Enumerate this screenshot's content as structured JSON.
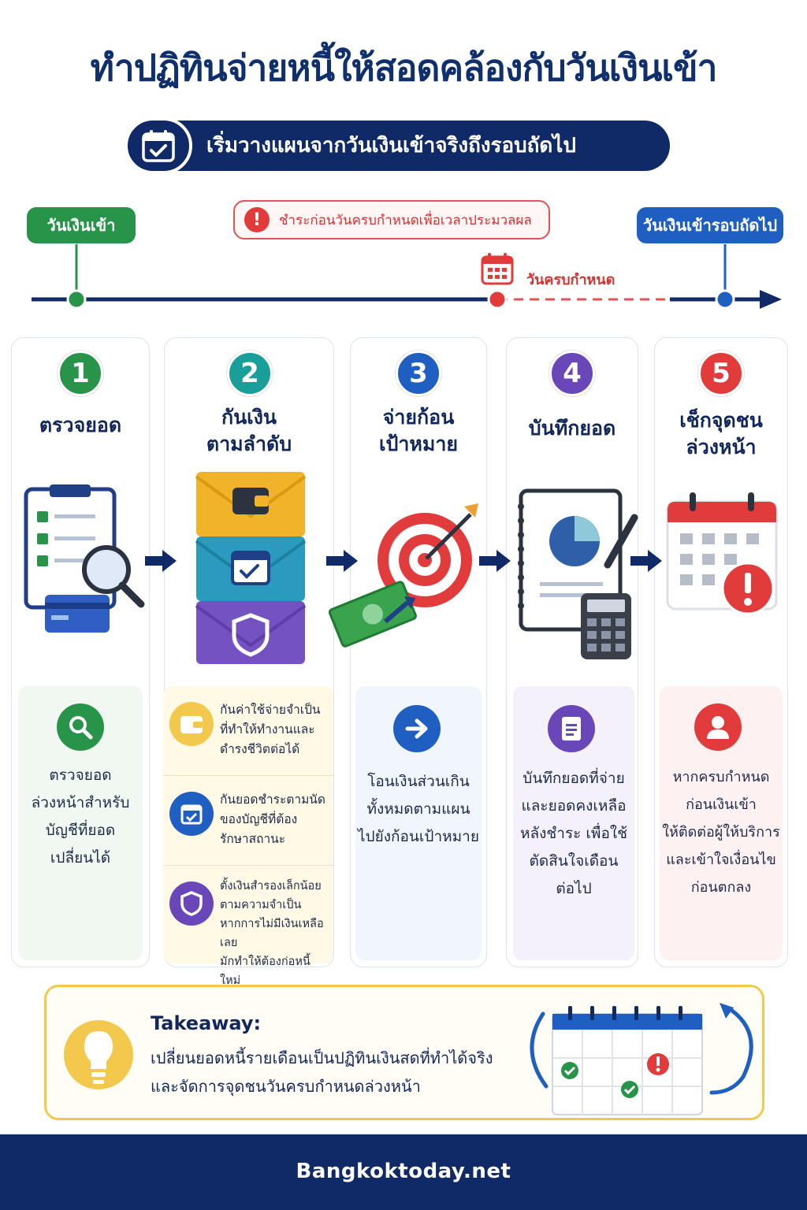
{
  "title": "ทำปฏิทินจ่ายหนี้ให้สอดคล้องกับวันเงินเข้า",
  "subtitle": "เริ่มวางแผนจากวันเงินเข้าจริงถึงรอบถัดไป",
  "timeline": {
    "start_label": "วันเงินเข้า",
    "warning_label": "ชำระก่อนวันครบกำหนดเพื่อเวลาประมวลผล",
    "due_label": "วันครบกำหนด",
    "next_label": "วันเงินเข้ารอบถัดไป"
  },
  "colors": {
    "navy": "#0f2a66",
    "green": "#27944a",
    "teal": "#1a9e9a",
    "blue": "#1f5fc2",
    "purple": "#6a47b8",
    "red": "#e23b3b",
    "yellow": "#f2c94c"
  },
  "steps": [
    {
      "number": "1",
      "title_lines": [
        "ตรวจยอด"
      ],
      "illustration": "clipboard-magnifier-card",
      "detail_icon": "search-icon",
      "detail_lines": [
        "ตรวจยอด",
        "ล่วงหน้าสำหรับ",
        "บัญชีที่ยอด",
        "เปลี่ยนได้"
      ]
    },
    {
      "number": "2",
      "title_lines": [
        "กันเงิน",
        "ตามลำดับ"
      ],
      "illustration": "envelopes-wallet-calendar-shield",
      "details": [
        {
          "icon": "wallet-icon",
          "lines": [
            "กันค่าใช้จ่ายจำเป็น",
            "ที่ทำให้ทำงานและ",
            "ดำรงชีวิตต่อได้"
          ]
        },
        {
          "icon": "calendar-icon",
          "lines": [
            "กันยอดชำระตามนัด",
            "ของบัญชีที่ต้อง",
            "รักษาสถานะ"
          ]
        },
        {
          "icon": "shield-icon",
          "lines": [
            "ตั้งเงินสำรองเล็กน้อย",
            "ตามความจำเป็น",
            "หากการไม่มีเงินเหลือเลย",
            "มักทำให้ต้องก่อหนี้ใหม่"
          ]
        }
      ]
    },
    {
      "number": "3",
      "title_lines": [
        "จ่ายก้อน",
        "เป้าหมาย"
      ],
      "illustration": "target-arrow-banknote",
      "detail_icon": "arrow-right-icon",
      "detail_lines": [
        "โอนเงินส่วนเกิน",
        "ทั้งหมดตามแผน",
        "ไปยังก้อนเป้าหมาย"
      ]
    },
    {
      "number": "4",
      "title_lines": [
        "บันทึกยอด"
      ],
      "illustration": "notebook-chart-calculator",
      "detail_icon": "document-icon",
      "detail_lines": [
        "บันทึกยอดที่จ่าย",
        "และยอดคงเหลือ",
        "หลังชำระ เพื่อใช้",
        "ตัดสินใจเดือน",
        "ต่อไป"
      ]
    },
    {
      "number": "5",
      "title_lines": [
        "เช็กจุดชน",
        "ล่วงหน้า"
      ],
      "illustration": "calendar-alert",
      "detail_icon": "person-icon",
      "detail_lines": [
        "หากครบกำหนด",
        "ก่อนเงินเข้า",
        "ให้ติดต่อผู้ให้บริการ",
        "และเข้าใจเงื่อนไข",
        "ก่อนตกลง"
      ]
    }
  ],
  "takeaway": {
    "title": "Takeaway:",
    "lines": [
      "เปลี่ยนยอดหนี้รายเดือนเป็นปฏิทินเงินสดที่ทำได้จริง",
      "และจัดการจุดชนวันครบกำหนดล่วงหน้า"
    ]
  },
  "footer": "Bangkoktoday.net"
}
